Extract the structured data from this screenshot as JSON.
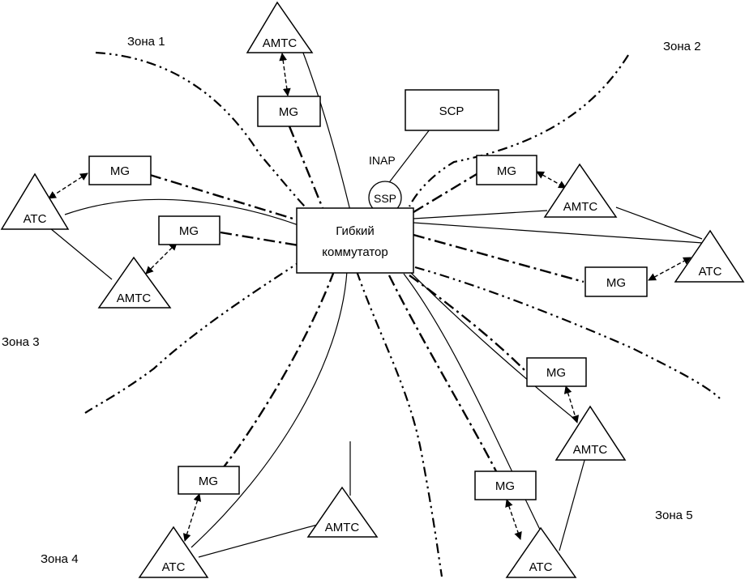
{
  "zones": [
    "Зона 1",
    "Зона 2",
    "Зона 3",
    "Зона 4",
    "Зона 5"
  ],
  "softswitch": {
    "line1": "Гибкий",
    "line2": "коммутатор"
  },
  "scp": "SCP",
  "inap": "INAP",
  "ssp": "SSP",
  "labels": {
    "mg": "MG",
    "amts": "АМТС",
    "ats": "АТС"
  }
}
